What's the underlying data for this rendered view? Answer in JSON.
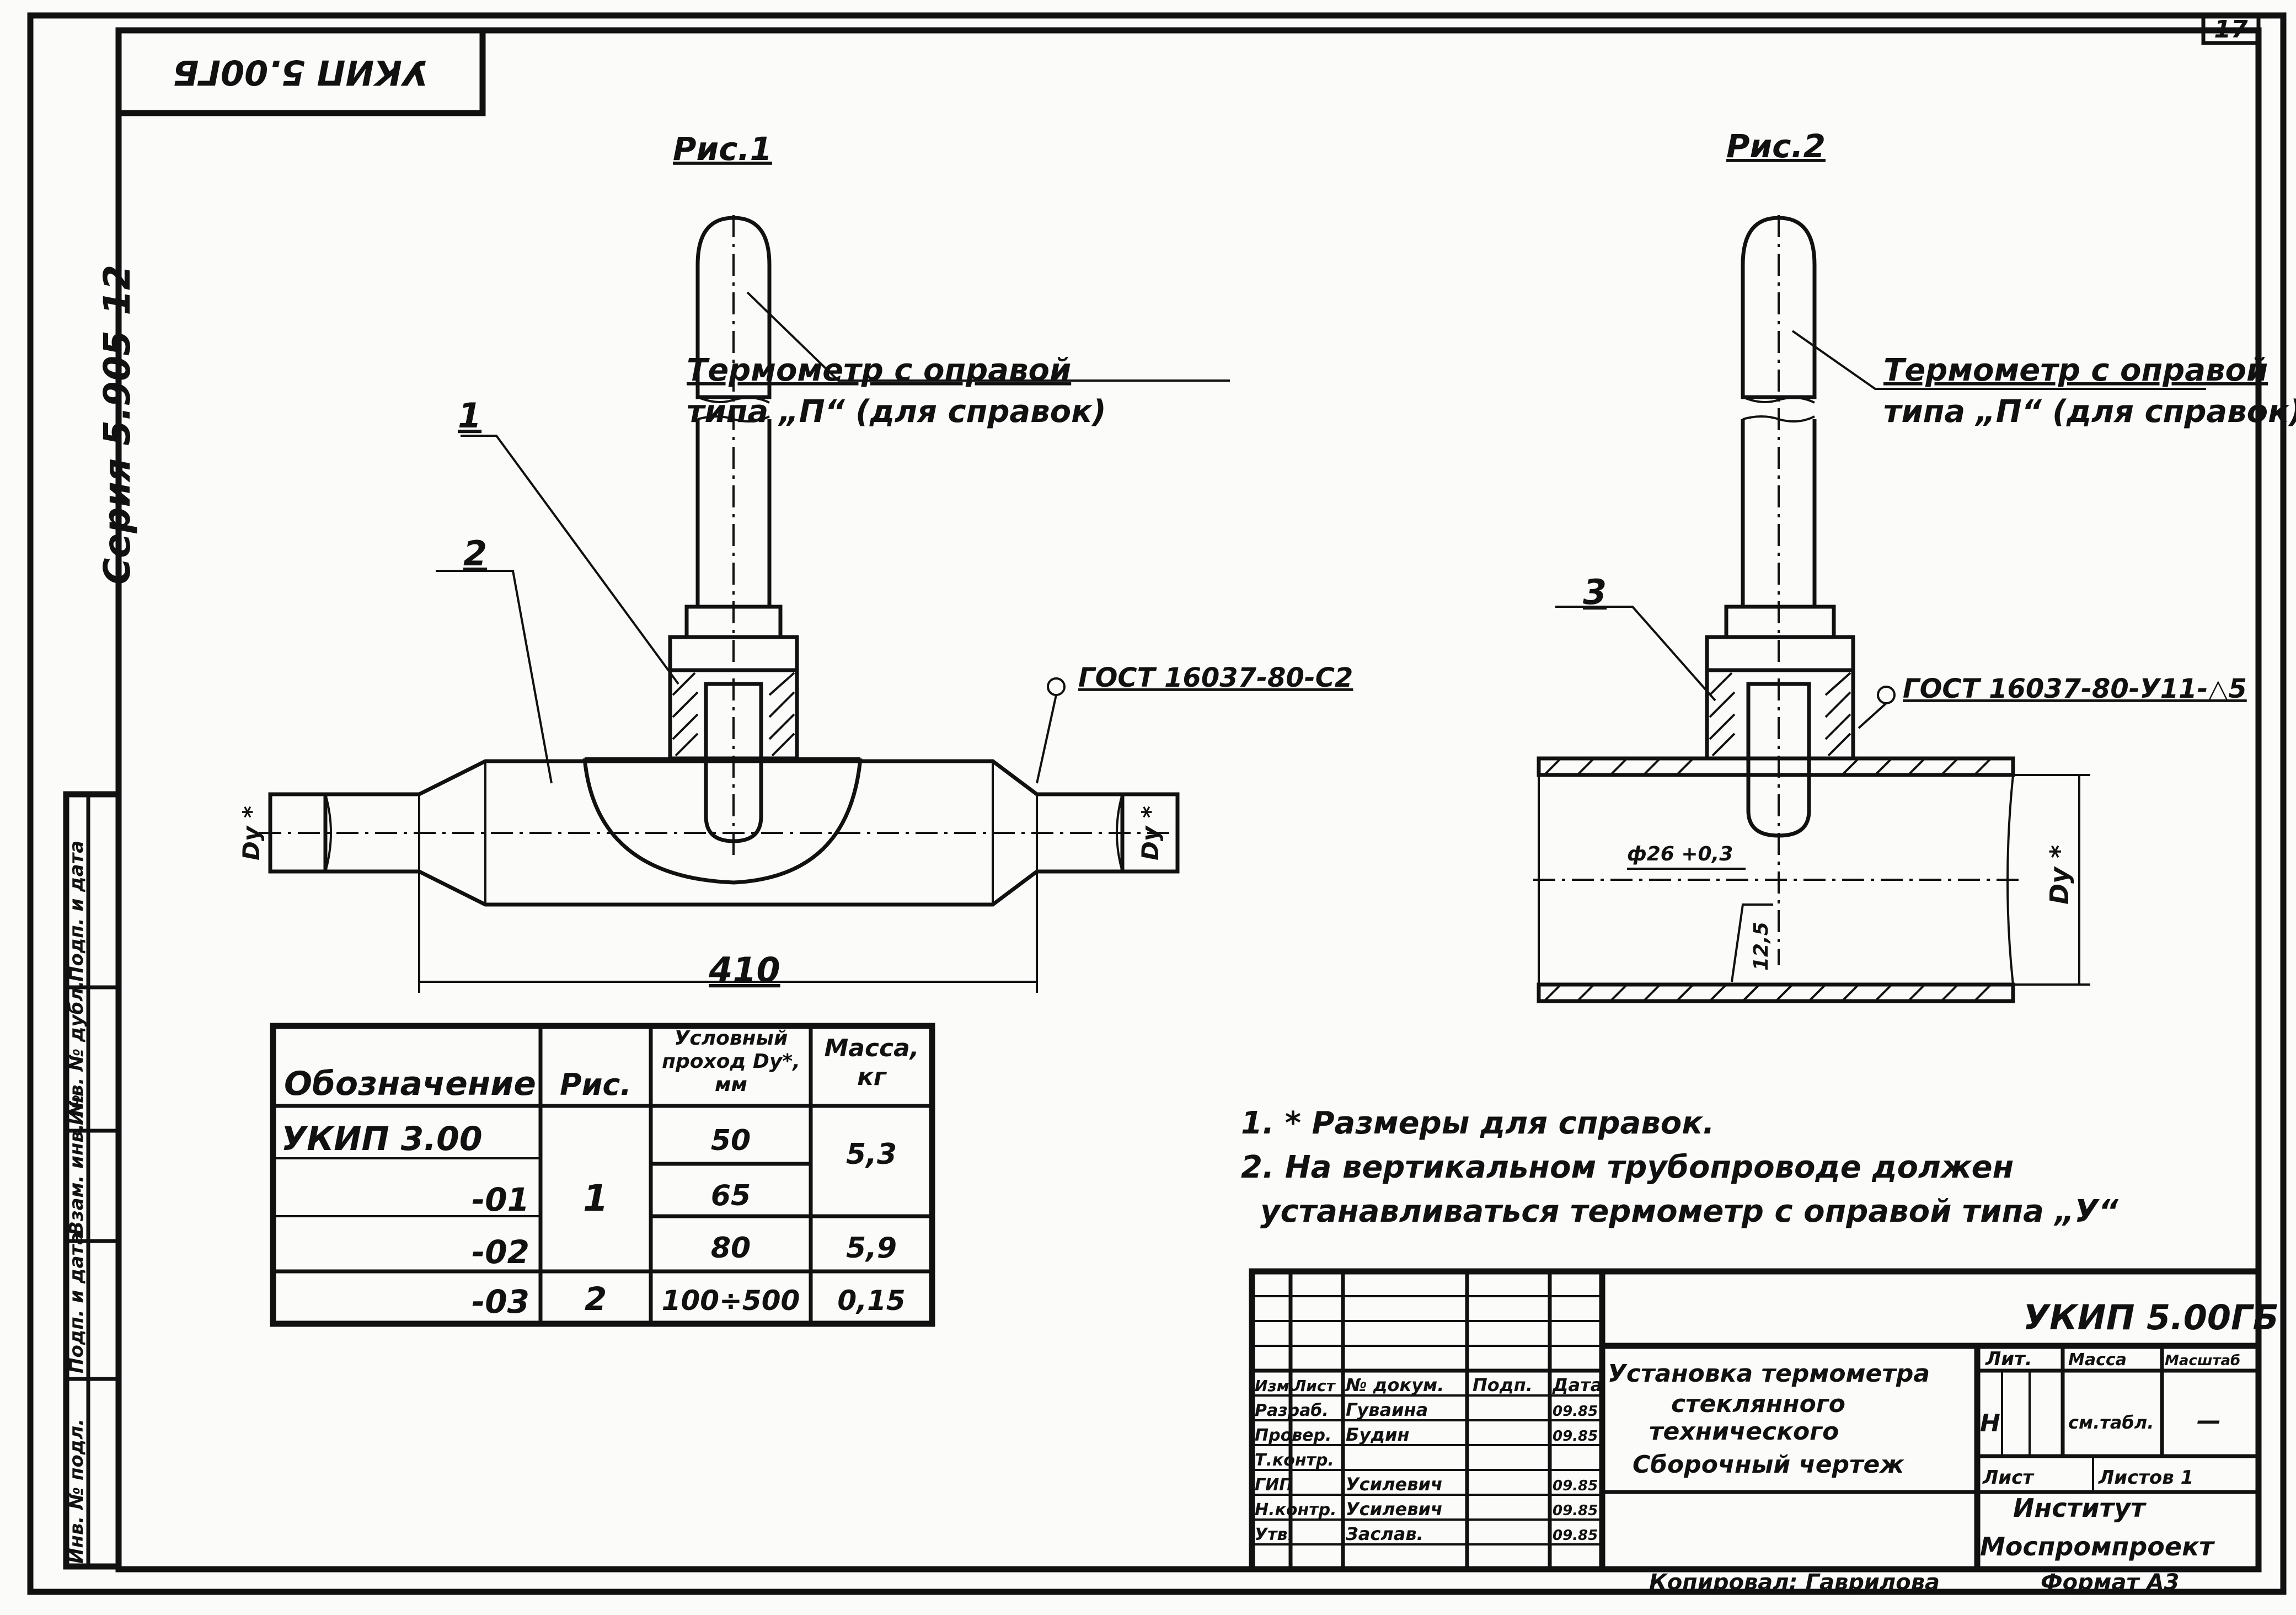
{
  "sheet_number": "17",
  "stamp_code_rotated": "УКИП 5.00ГБ",
  "series": "Серия 5.905-12",
  "side_stamp": [
    "Инв. № подл.",
    "Подп. и дата",
    "Взам. инв. №",
    "Инв. № дубл.",
    "Подп. и дата"
  ],
  "fig1": {
    "caption": "Рис.1",
    "thermometer_label_line1": "Термометр с оправой",
    "thermometer_label_line2": "типа „П“ (для справок)",
    "pos1": "1",
    "pos2": "2",
    "weld": "ГОСТ 16037-80-С2",
    "dy_left": "Dy *",
    "dy_right": "Dy *",
    "length_dim": "410"
  },
  "fig2": {
    "caption": "Рис.2",
    "thermometer_label_line1": "Термометр с оправой",
    "thermometer_label_line2": "типа „П“ (для справок)",
    "pos3": "3",
    "weld": "ГОСТ 16037-80-У11-△5",
    "hole": "ф26 +0,3",
    "roughness": "12,5",
    "dy": "Dy *"
  },
  "spec_table": {
    "headers": [
      "Обозначение",
      "Рис.",
      "Условный проход Dy*, мм",
      "Масса, кг"
    ],
    "rows": [
      {
        "designation": "УКИП 3.00",
        "fig": "",
        "dn": "50",
        "mass": "5,3"
      },
      {
        "designation": "-01",
        "fig": "1",
        "dn": "65",
        "mass": ""
      },
      {
        "designation": "-02",
        "fig": "",
        "dn": "80",
        "mass": "5,9"
      },
      {
        "designation": "-03",
        "fig": "2",
        "dn": "100÷500",
        "mass": "0,15"
      }
    ]
  },
  "notes": [
    "1. * Размеры для справок.",
    "2. На вертикальном трубопроводе должен",
    "устанавливаться термометр с оправой типа „У“"
  ],
  "title_block": {
    "code": "УКИП 5.00ГБ",
    "name_line1": "Установка термометра",
    "name_line2": "стеклянного",
    "name_line3": "технического",
    "name_line4": "Сборочный чертеж",
    "header_izm": "Изм.",
    "header_list": "Лист",
    "header_doc": "№ докум.",
    "header_sign": "Подп.",
    "header_date": "Дата",
    "roles": [
      {
        "role": "Разраб.",
        "name": "Гуваина",
        "date": "09.85"
      },
      {
        "role": "Провер.",
        "name": "Будин",
        "date": "09.85"
      },
      {
        "role": "Т.контр.",
        "name": "",
        "date": ""
      },
      {
        "role": "ГИП",
        "name": "Усилевич",
        "date": "09.85"
      },
      {
        "role": "Н.контр.",
        "name": "Усилевич",
        "date": "09.85"
      },
      {
        "role": "Утв.",
        "name": "Заслав.",
        "date": "09.85"
      }
    ],
    "lit_header": "Лит.",
    "mass_header": "Масса",
    "scale_header": "Масштаб",
    "lit_value": "Н",
    "mass_value": "см.табл.",
    "scale_value": "—",
    "sheet_label": "Лист",
    "sheets_label": "Листов 1",
    "institute": "Институт",
    "org": "Моспромпроект",
    "copied": "Копировал: Гавриловa",
    "format": "Формат А3"
  }
}
